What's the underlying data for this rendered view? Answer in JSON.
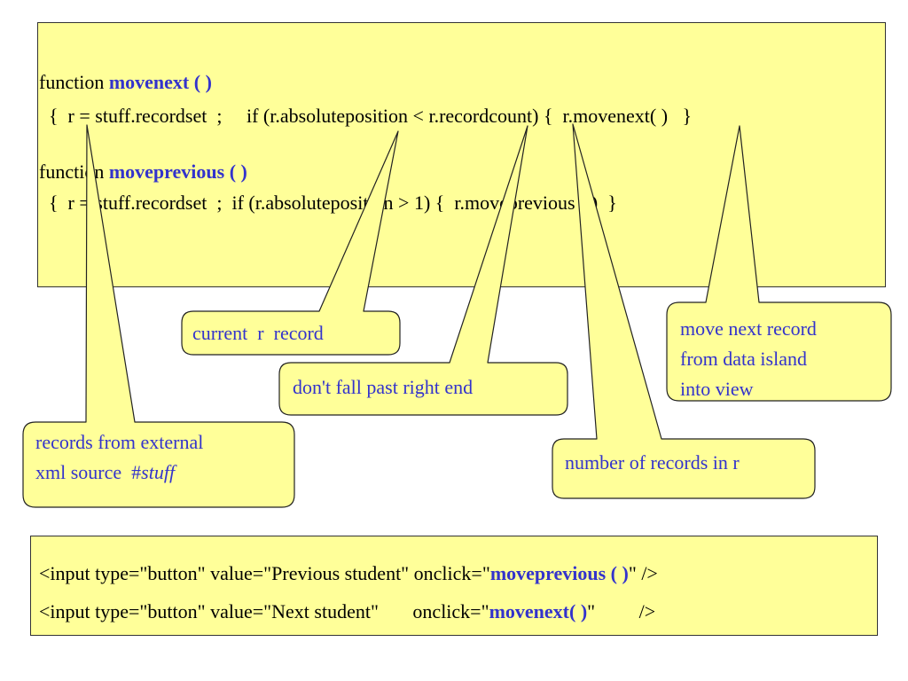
{
  "code": {
    "line1_prefix": "function ",
    "line1_name": "movenext ( )",
    "line2": "  {  r = stuff.recordset  ;     if (r.absoluteposition < r.recordcount) {  r.movenext( )   }",
    "line3_prefix": "function ",
    "line3_name": "moveprevious ( )",
    "line4": "  {  r = stuff.recordset  ;  if (r.absoluteposition > 1) {  r.moveprevious ( )  }"
  },
  "callouts": {
    "current_record": "current  r  record",
    "right_end": "don't fall past right end",
    "move_next": "move next record\nfrom data island\ninto view",
    "records_source_prefix": "records from external\nxml source  #",
    "records_source_italic": "stuff",
    "record_count": "number of records in r"
  },
  "html_snippet": {
    "l1_prefix": "<input type=\"button\" value=\"Previous student\" onclick=\"",
    "l1_name": "moveprevious ( )",
    "l1_suffix": "\" />",
    "l2_prefix": "<input type=\"button\" value=\"Next student\"       onclick=\"",
    "l2_name": "movenext( )",
    "l2_suffix": "\"         />"
  },
  "colors": {
    "callout_fill": "#ffff99",
    "keyword": "#3333cc",
    "callout_text": "#3333cc"
  }
}
